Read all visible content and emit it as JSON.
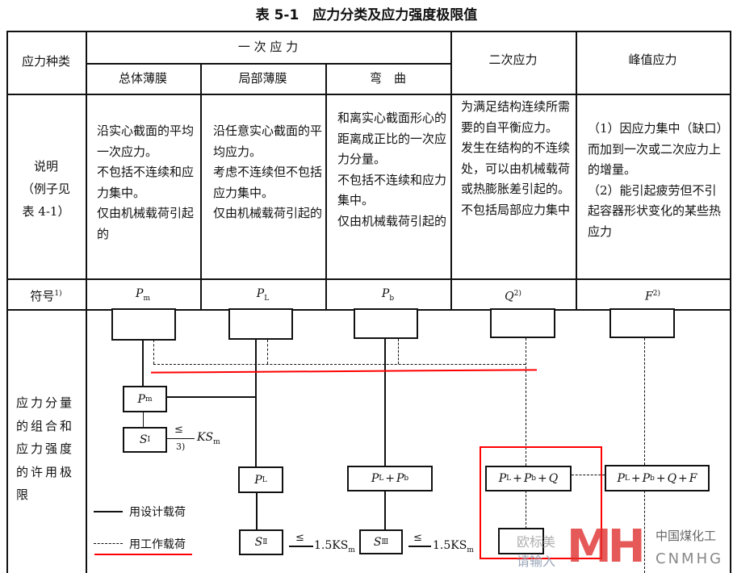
{
  "title": "表 5-1　应力分类及应力强度极限值",
  "header": {
    "category": "应力种类",
    "primary": "一 次 应 力",
    "general_membrane": "总体薄膜",
    "local_membrane": "局部薄膜",
    "bending": "弯　曲",
    "secondary": "二次应力",
    "peak": "峰值应力"
  },
  "explanation": {
    "label": "说明\n（例子见\n表 4-1）",
    "general_membrane": "沿实心截面的平均一次应力。\n不包括不连续和应力集中。\n仅由机械载荷引起的",
    "local_membrane": "沿任意实心截面的平均应力。\n考虑不连续但不包括应力集中。\n仅由机械载荷引起的",
    "bending": "和离实心截面形心的距离成正比的一次应力分量。\n不包括不连续和应力集中。\n仅由机械载荷引起的",
    "secondary": "为满足结构连续所需要的自平衡应力。\n发生在结构的不连续处，可以由机械载荷或热膨胀差引起的。不包括局部应力集中",
    "peak": "（1）因应力集中（缺口）而加到一次或二次应力上的增量。\n（2）能引起疲劳但不引起容器形状变化的某些热应力"
  },
  "symbol": {
    "label": "符号",
    "label_note": "1)",
    "pm": "P",
    "pm_sub": "m",
    "pl": "P",
    "pl_sub": "L",
    "pb": "P",
    "pb_sub": "b",
    "q": "Q",
    "q_note": "2)",
    "f": "F",
    "f_note": "2)"
  },
  "diagram": {
    "label": "应力分量的组合和应力强度的许用极限",
    "pm_box": "P",
    "pm_sub": "m",
    "s1": "S",
    "s1_sub": "Ⅰ",
    "s1_cmp": "≤",
    "s1_note": "3)",
    "s1_limit": "KS",
    "s1_limit_sub": "m",
    "pl_box": "P",
    "pl_sub": "L",
    "s2": "S",
    "s2_sub": "Ⅱ",
    "s2_cmp": "≤",
    "s2_limit": "1.5KS",
    "s2_limit_sub": "m",
    "plpb_box": "P_L+P_b",
    "s3": "S",
    "s3_sub": "Ⅲ",
    "s3_cmp": "≤",
    "s3_limit": "1.5KS",
    "s3_limit_sub": "m",
    "plpbq_box": "P_L+P_b+Q",
    "plpbqf_box": "P_L+P_b+Q+F"
  },
  "legend": {
    "solid": "用设计载荷",
    "dashed": "用工作载荷"
  },
  "watermark": {
    "wechat": "欧标美",
    "input": "请输入",
    "logo": "MH",
    "cn": "中国煤化工",
    "en": "CNMHG"
  },
  "colors": {
    "annotation": "#ff0000",
    "watermark_logo": "#e03030"
  }
}
